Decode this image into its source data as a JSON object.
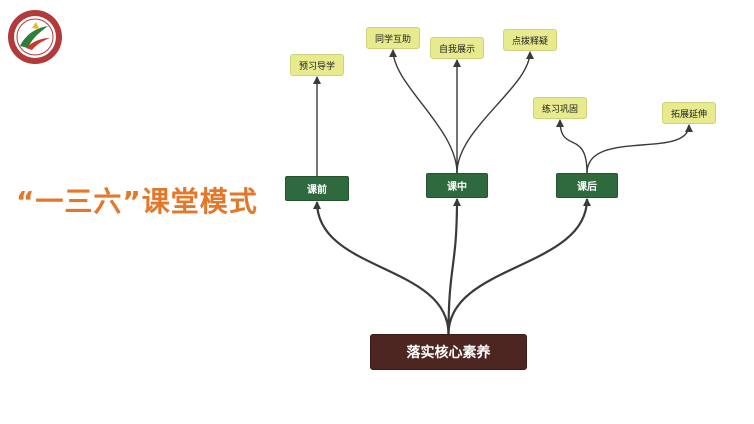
{
  "title": "“一三六”课堂模式",
  "colors": {
    "title": "#e4782a",
    "leaf_fill": "#e7ea8d",
    "stage_fill": "#2f6a3e",
    "root_fill": "#4d2622",
    "connector": "#3a3a3a"
  },
  "logo": {
    "icon": "school-emblem-icon"
  },
  "root": {
    "label": "落实核心素养"
  },
  "stages": [
    {
      "label": "课前",
      "tasks": [
        "预习导学"
      ]
    },
    {
      "label": "课中",
      "tasks": [
        "同学互助",
        "自我展示",
        "点拨释疑"
      ]
    },
    {
      "label": "课后",
      "tasks": [
        "练习巩固",
        "拓展延伸"
      ]
    }
  ]
}
